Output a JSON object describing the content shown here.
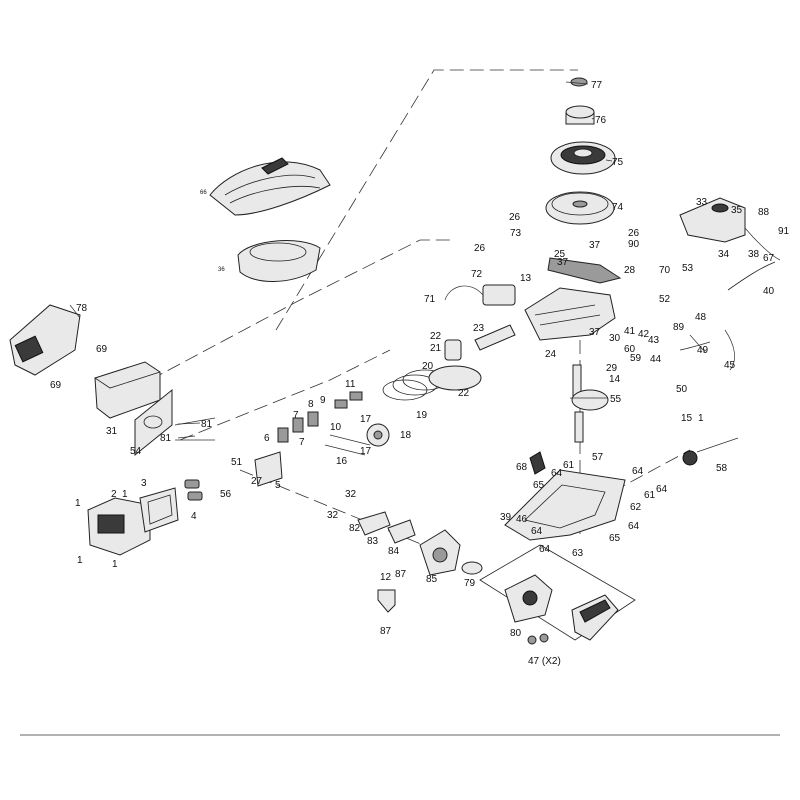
{
  "labels": [
    {
      "text": "77"
    },
    {
      "text": "76"
    },
    {
      "text": "75"
    },
    {
      "text": "74"
    },
    {
      "text": "66"
    },
    {
      "text": "36"
    },
    {
      "text": "26"
    },
    {
      "text": "73"
    },
    {
      "text": "26"
    },
    {
      "text": "25"
    },
    {
      "text": "37"
    },
    {
      "text": "37"
    },
    {
      "text": "26"
    },
    {
      "text": "90"
    },
    {
      "text": "72"
    },
    {
      "text": "13"
    },
    {
      "text": "33"
    },
    {
      "text": "35"
    },
    {
      "text": "88"
    },
    {
      "text": "91"
    },
    {
      "text": "34"
    },
    {
      "text": "38"
    },
    {
      "text": "67"
    },
    {
      "text": "40"
    },
    {
      "text": "28"
    },
    {
      "text": "70"
    },
    {
      "text": "53"
    },
    {
      "text": "52"
    },
    {
      "text": "71"
    },
    {
      "text": "78"
    },
    {
      "text": "69"
    },
    {
      "text": "69"
    },
    {
      "text": "31"
    },
    {
      "text": "54"
    },
    {
      "text": "22"
    },
    {
      "text": "21"
    },
    {
      "text": "23"
    },
    {
      "text": "24"
    },
    {
      "text": "20"
    },
    {
      "text": "22"
    },
    {
      "text": "19"
    },
    {
      "text": "11"
    },
    {
      "text": "9"
    },
    {
      "text": "8"
    },
    {
      "text": "7"
    },
    {
      "text": "7"
    },
    {
      "text": "6"
    },
    {
      "text": "10"
    },
    {
      "text": "17"
    },
    {
      "text": "17"
    },
    {
      "text": "18"
    },
    {
      "text": "16"
    },
    {
      "text": "81"
    },
    {
      "text": "81"
    },
    {
      "text": "37"
    },
    {
      "text": "30"
    },
    {
      "text": "42"
    },
    {
      "text": "43"
    },
    {
      "text": "41"
    },
    {
      "text": "60"
    },
    {
      "text": "59"
    },
    {
      "text": "29"
    },
    {
      "text": "14"
    },
    {
      "text": "44"
    },
    {
      "text": "89"
    },
    {
      "text": "48"
    },
    {
      "text": "49"
    },
    {
      "text": "45"
    },
    {
      "text": "50"
    },
    {
      "text": "55"
    },
    {
      "text": "15"
    },
    {
      "text": "1"
    },
    {
      "text": "58"
    },
    {
      "text": "57"
    },
    {
      "text": "68"
    },
    {
      "text": "61"
    },
    {
      "text": "64"
    },
    {
      "text": "64"
    },
    {
      "text": "65"
    },
    {
      "text": "61"
    },
    {
      "text": "64"
    },
    {
      "text": "62"
    },
    {
      "text": "64"
    },
    {
      "text": "39"
    },
    {
      "text": "46"
    },
    {
      "text": "64"
    },
    {
      "text": "64"
    },
    {
      "text": "65"
    },
    {
      "text": "63"
    },
    {
      "text": "51"
    },
    {
      "text": "56"
    },
    {
      "text": "27"
    },
    {
      "text": "5"
    },
    {
      "text": "4"
    },
    {
      "text": "3"
    },
    {
      "text": "2"
    },
    {
      "text": "1"
    },
    {
      "text": "1"
    },
    {
      "text": "1"
    },
    {
      "text": "1"
    },
    {
      "text": "32"
    },
    {
      "text": "32"
    },
    {
      "text": "82"
    },
    {
      "text": "83"
    },
    {
      "text": "84"
    },
    {
      "text": "85"
    },
    {
      "text": "79"
    },
    {
      "text": "12"
    },
    {
      "text": "87"
    },
    {
      "text": "87"
    },
    {
      "text": "80"
    },
    {
      "text": "47 (X2)"
    }
  ]
}
